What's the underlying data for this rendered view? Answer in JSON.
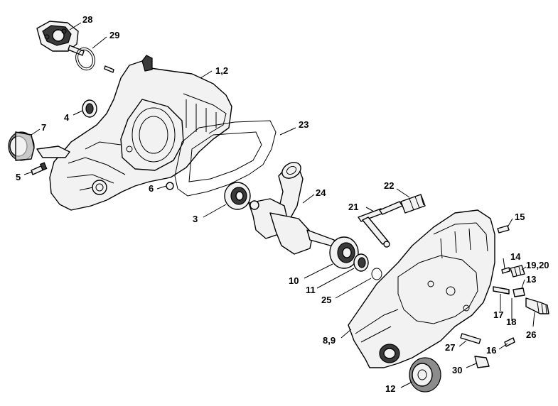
{
  "callouts": {
    "c28": "28",
    "c29": "29",
    "c1_2": "1,2",
    "c4": "4",
    "c7": "7",
    "c5": "5",
    "c23": "23",
    "c6": "6",
    "c3": "3",
    "c24": "24",
    "c22": "22",
    "c21": "21",
    "c15": "15",
    "c14": "14",
    "c19_20": "19,20",
    "c13": "13",
    "c10": "10",
    "c11": "11",
    "c25": "25",
    "c17": "17",
    "c18": "18",
    "c26": "26",
    "c8_9": "8,9",
    "c27": "27",
    "c16": "16",
    "c30": "30",
    "c12": "12"
  },
  "colors": {
    "line": "#000000",
    "fill_light": "#f2f2f2",
    "fill_dark": "#3a3a3a",
    "background": "#ffffff"
  }
}
